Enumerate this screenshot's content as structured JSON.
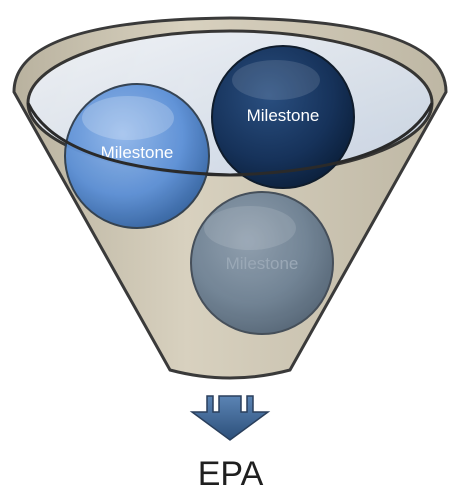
{
  "diagram": {
    "milestones": [
      {
        "label": "Milestone",
        "fill": "#5b8fd6",
        "text_color": "#ffffff"
      },
      {
        "label": "Milestone",
        "fill": "#16325a",
        "text_color": "#ffffff"
      },
      {
        "label": "Milestone",
        "fill": "#6b7f93",
        "text_color": "#9aa8b6"
      }
    ],
    "output_label": "EPA",
    "colors": {
      "funnel_fill": "#cfc8b6",
      "funnel_outline": "#3a3a3a",
      "rim_fill": "#dfe6f1",
      "arrow_fill": "#3d6490"
    }
  }
}
